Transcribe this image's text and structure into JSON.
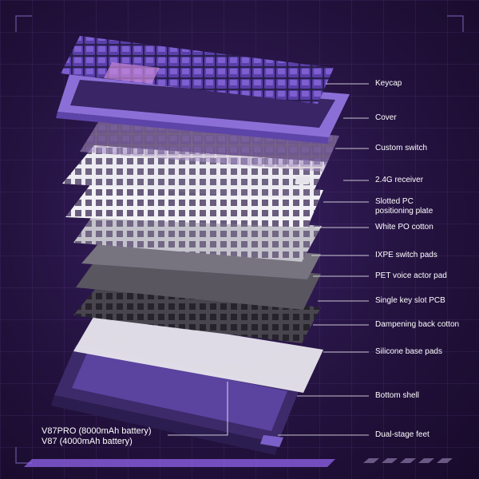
{
  "labels": {
    "keycap": "Keycap",
    "cover": "Cover",
    "custom_switch": "Custom switch",
    "receiver": "2.4G receiver",
    "plate_line1": "Slotted PC",
    "plate_line2": "positioning plate",
    "white_po": "White PO cotton",
    "ixpe": "IXPE switch pads",
    "pet": "PET voice actor pad",
    "pcb": "Single key slot PCB",
    "dampening": "Dampening back cotton",
    "silicone": "Silicone base pads",
    "bottom_shell": "Bottom shell",
    "feet": "Dual-stage feet"
  },
  "models": {
    "pro": "V87PRO (8000mAh battery)",
    "std": "V87 (4000mAh battery)"
  },
  "colors": {
    "background": "#24123f",
    "accent_purple": "#7a55c8",
    "line": "#ffffff"
  }
}
